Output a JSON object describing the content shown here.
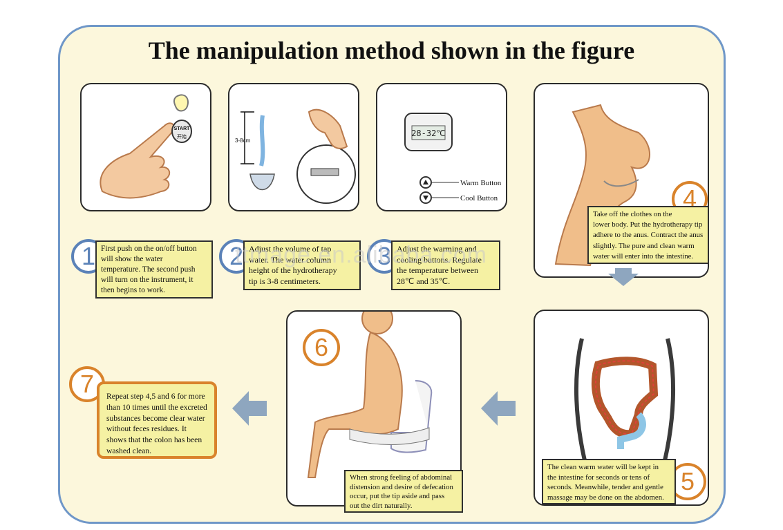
{
  "title": "The manipulation method shown in the figure",
  "watermark": "ttmage.en.alibaba.com",
  "colors": {
    "frame_border": "#6f97c8",
    "background": "#fcf7dc",
    "note_fill": "#f5f1a3",
    "accent_blue": "#5b82b8",
    "accent_orange": "#d9832b",
    "arrow": "#8ea6bf"
  },
  "steps": [
    {
      "number": "1",
      "lines": [
        "First push on the on/off button",
        "will show the water",
        "temperature. The second push",
        "will turn on the instrument, it",
        "then begins to work."
      ],
      "figure": {
        "button_text": "START",
        "button_sub": "开始"
      }
    },
    {
      "number": "2",
      "lines": [
        "Adjust the volume of tap",
        "water. The water column",
        "height of the hydrotherapy",
        "tip is 3-8 centimeters."
      ],
      "figure": {
        "measure_label": "3-8cm"
      }
    },
    {
      "number": "3",
      "lines": [
        "Adjust the warming and",
        "cooling buttons. Regulate",
        "the temperature between",
        "28℃ and 35℃."
      ],
      "figure": {
        "display": "28-32℃",
        "warm_label": "Warm Button",
        "cool_label": "Cool Button"
      }
    },
    {
      "number": "4",
      "lines": [
        "Take off the clothes on the",
        "lower body. Put the hydrotherapy tip",
        "adhere to the anus. Contract the anus",
        "slightly. The pure and clean warm",
        "water will enter into the intestine."
      ]
    },
    {
      "number": "5",
      "lines": [
        "The clean warm water will be kept in",
        "the intestine for seconds or tens of",
        "seconds. Meanwhile,  tender and gentle",
        "massage may be done on the abdomen."
      ]
    },
    {
      "number": "6",
      "lines": [
        "When strong feeling of abdominal",
        "distension and desire of defecation",
        "occur, put the tip aside and pass",
        "out the dirt naturally."
      ]
    },
    {
      "number": "7",
      "lines": [
        "Repeat step 4,5 and 6 for more",
        "than 10 times until the excreted",
        "substances become clear water",
        "without feces residues. It",
        "shows that the colon has been",
        "washed clean."
      ]
    }
  ]
}
